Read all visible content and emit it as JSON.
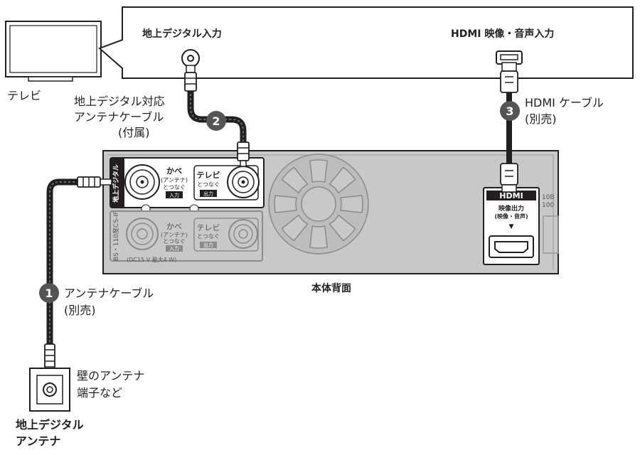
{
  "tv": {
    "label": "テレビ",
    "input_digital": "地上デジタル入力",
    "input_hdmi": "HDMI 映像・音声入力"
  },
  "cables": {
    "step1": {
      "number": "1",
      "line1": "アンテナケーブル",
      "line2": "(別売)"
    },
    "step2": {
      "number": "2",
      "line1": "地上デジタル対応",
      "line2": "アンテナケーブル",
      "line3": "(付属)"
    },
    "step3": {
      "number": "3",
      "line1": "HDMI ケーブル",
      "line2": "(別売)"
    }
  },
  "wall": {
    "line1": "壁のアンテナ",
    "line2": "端子など"
  },
  "antenna": {
    "line1": "地上デジタル",
    "line2": "アンテナ"
  },
  "recorder": {
    "caption": "本体背面",
    "digital_section": "地上デジタル",
    "bs_section": "BS・110度CS-IF",
    "wall_in_l1": "かべ",
    "wall_in_l2": "(アンテナ)",
    "wall_in_l3": "とつなぐ",
    "wall_in_tag": "入力",
    "tv_out_l1": "テレビ",
    "tv_out_l2": "とつなぐ",
    "tv_out_tag": "出力",
    "power_note": "(DC15 V 最大4 W)",
    "hdmi_logo": "HDMI",
    "hdmi_out_l1": "映像出力",
    "hdmi_out_l2": "(映像・音声)",
    "hdmi_arrow": "▼",
    "edge_label_1": "10B",
    "edge_label_2": "100"
  }
}
